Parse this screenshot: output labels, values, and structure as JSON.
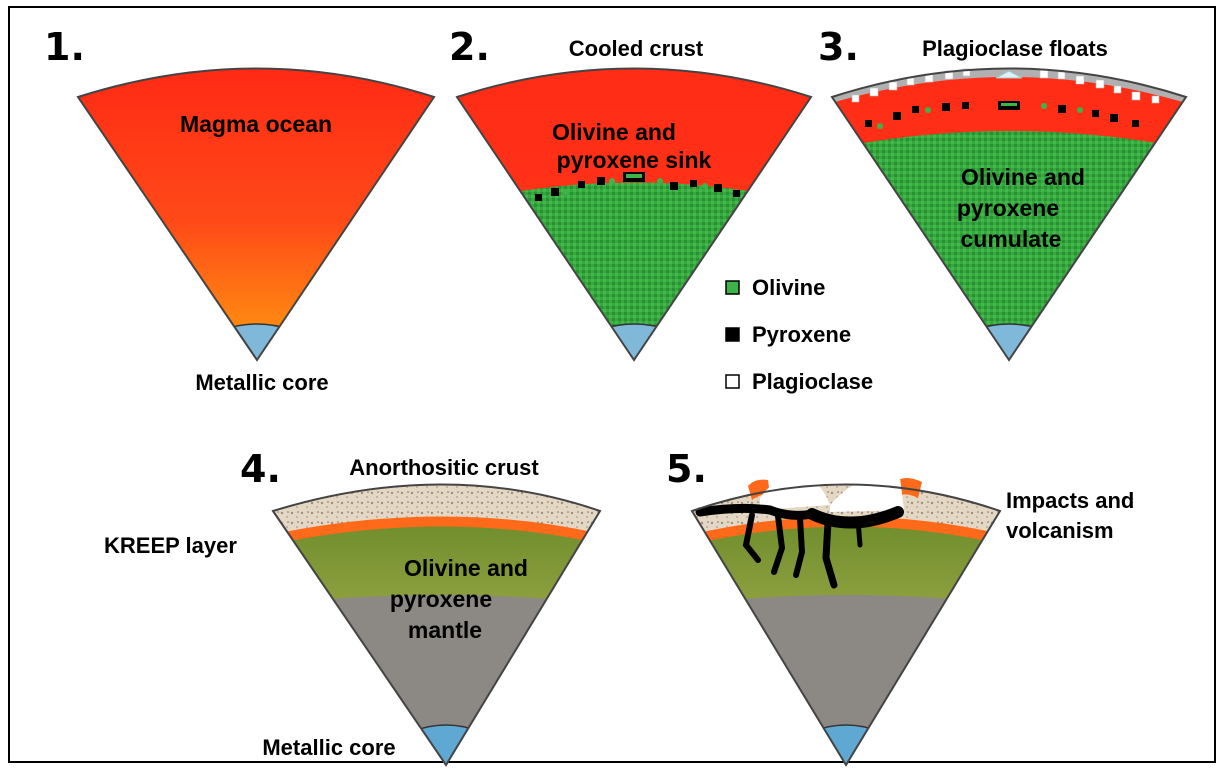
{
  "panels": [
    {
      "number": "1.",
      "labels": [
        "Magma ocean",
        "Metallic core"
      ]
    },
    {
      "number": "2.",
      "labels": [
        "Cooled crust",
        "Olivine and",
        "pyroxene sink"
      ]
    },
    {
      "number": "3.",
      "labels": [
        "Plagioclase floats",
        "Olivine and",
        "pyroxene",
        "cumulate"
      ]
    },
    {
      "number": "4.",
      "labels": [
        "Anorthositic crust",
        "KREEP layer",
        "Olivine and",
        "pyroxene",
        "mantle",
        "Metallic core"
      ]
    },
    {
      "number": "5.",
      "labels": [
        "Impacts and",
        "volcanism"
      ]
    }
  ],
  "legend": {
    "items": [
      {
        "label": "Olivine",
        "color": "#3db34a"
      },
      {
        "label": "Pyroxene",
        "color": "#000000"
      },
      {
        "label": "Plagioclase",
        "color": "#ffffff"
      }
    ]
  },
  "colors": {
    "magma": "#ff2a1a",
    "magma_deep": "#ff9a10",
    "cumulate": "#3aa83f",
    "core": "#7fb8d8",
    "crust": "#e6dccb",
    "kreep": "#ff6a1a",
    "mantle_upper": "#7f9a35",
    "mantle_lower": "#8c8884",
    "plagioclase_rim": "#b0b0b0"
  }
}
